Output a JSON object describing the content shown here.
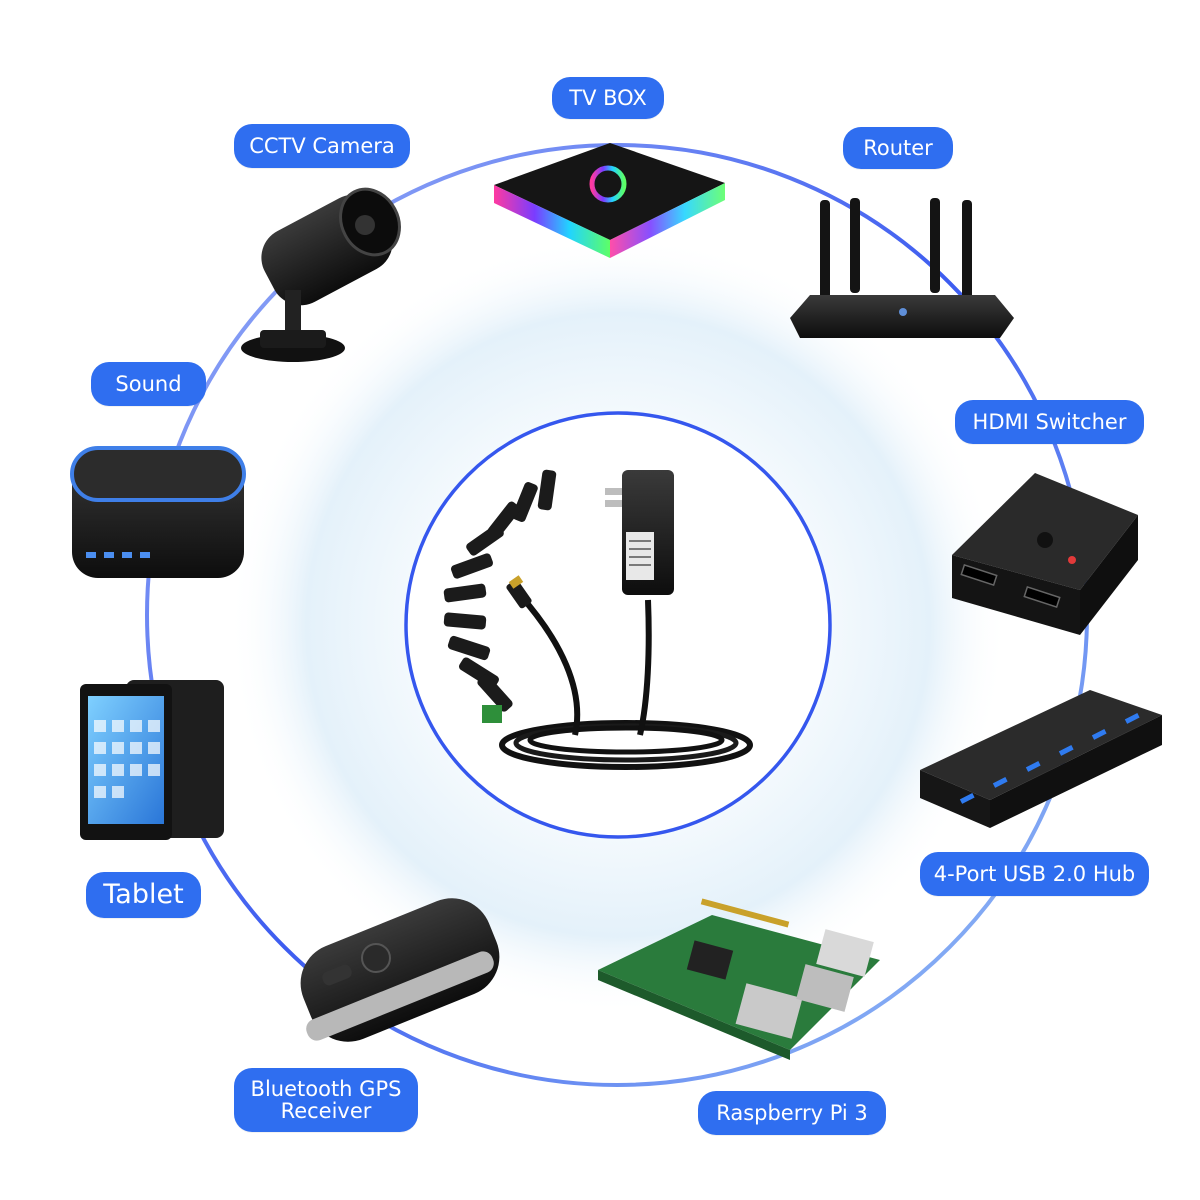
{
  "center_product": "12V universal AC adapter with interchangeable DC tips",
  "labels": {
    "tv_box": "TV BOX",
    "cctv": "CCTV Camera",
    "router": "Router",
    "sound": "Sound",
    "hdmi": "HDMI Switcher",
    "tablet": "Tablet",
    "usb_hub": "4-Port USB 2.0 Hub",
    "gps": "Bluetooth GPS\nReceiver",
    "raspberry": "Raspberry Pi 3"
  },
  "colors": {
    "accent": "#2f6ef0",
    "ring": "#4a6cf0",
    "glow": "#e6f2fb"
  },
  "icons": {
    "center": "power-adapter-icon",
    "tv_box": "tv-box-icon",
    "cctv": "cctv-camera-icon",
    "router": "router-icon",
    "sound": "speaker-icon",
    "hdmi": "hdmi-switcher-icon",
    "tablet": "tablet-icon",
    "usb_hub": "usb-hub-icon",
    "gps": "gps-receiver-icon",
    "raspberry": "raspberry-pi-icon"
  }
}
